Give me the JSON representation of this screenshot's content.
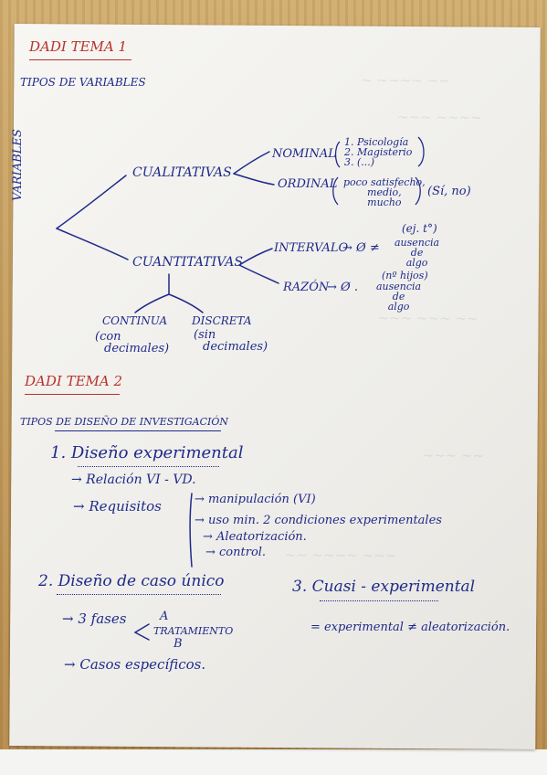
{
  "title1": "DADI TEMA 1",
  "subtitle1": "TIPOS DE VARIABLES",
  "root": "VARIABLES",
  "cualitativas": "CUALITATIVAS",
  "nominal": "NOMINAL",
  "nominal_list": [
    "1. Psicología",
    "2. Magisterio",
    "3. (...)"
  ],
  "ordinal": "ORDINAL",
  "ordinal_list": [
    "poco satisfecho,",
    "medio,",
    "mucho"
  ],
  "ordinal_extra": "(Sí, no)",
  "cuantitativas": "CUANTITATIVAS",
  "intervalo": "INTERVALO",
  "intervalo_arrow": "→ Ø ≠",
  "intervalo_example": "(ej. t°)",
  "intervalo_note": [
    "ausencia",
    "de",
    "algo"
  ],
  "razon": "RAZÓN",
  "razon_arrow": "→ Ø .",
  "razon_example": "(nº hijos)",
  "razon_note": [
    "ausencia",
    "de",
    "algo"
  ],
  "continua": "CONTINUA",
  "continua_note": [
    "(con",
    "decimales)"
  ],
  "discreta": "DISCRETA",
  "discreta_note": [
    "(sin",
    "decimales)"
  ],
  "title2": "DADI TEMA 2",
  "subtitle2": "TIPOS DE DISEÑO DE INVESTIGACIÓN",
  "d1_title": "1. Diseño experimental",
  "d1_relacion": "→ Relación VI - VD.",
  "d1_requisitos": "→ Requisitos",
  "d1_req_list": [
    "→ manipulación (VI)",
    "→ uso min. 2 condiciones experimentales",
    "→ Aleatorización.",
    "→ control."
  ],
  "d2_title": "2. Diseño de caso único",
  "d2_fases": "→ 3 fases",
  "d2_fase_a": "A",
  "d2_fase_t": "TRATAMIENTO",
  "d2_fase_b": "B",
  "d2_casos": "→ Casos específicos.",
  "d3_title": "3. Cuasi - experimental",
  "d3_note": "= experimental ≠ aleatorización."
}
